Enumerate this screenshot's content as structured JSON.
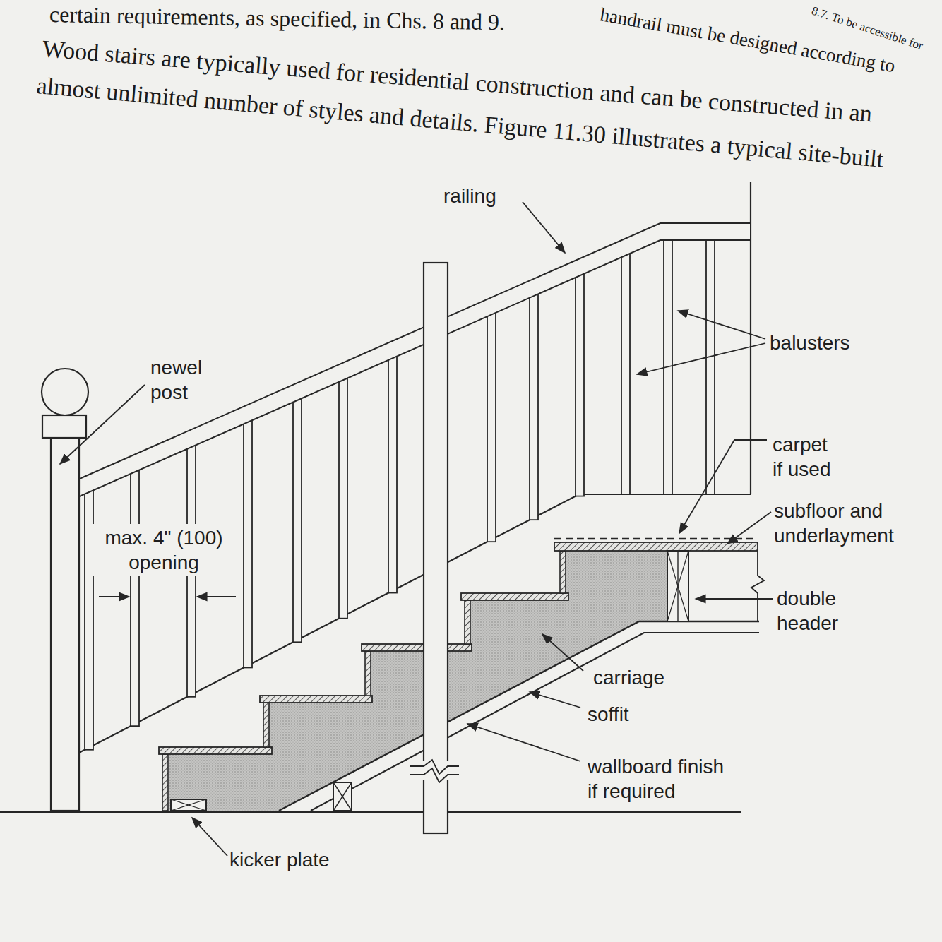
{
  "diagram": {
    "labels": [
      "certain requirements, as specified, in Chs. 8 and 9.",
      "8.7. To be accessible for",
      "handrail must be designed according to",
      "Wood stairs are typically used for residential construction and can be constructed in an",
      "almost unlimited number of styles and details. Figure 11.30 illustrates a typical site-built",
      "railing",
      "newel post",
      "balusters",
      "carpet if used",
      "subfloor and underlayment",
      "double header",
      "max. 4\" (100) opening",
      "carriage",
      "soffit",
      "wallboard finish if required",
      "kicker plate"
    ]
  }
}
